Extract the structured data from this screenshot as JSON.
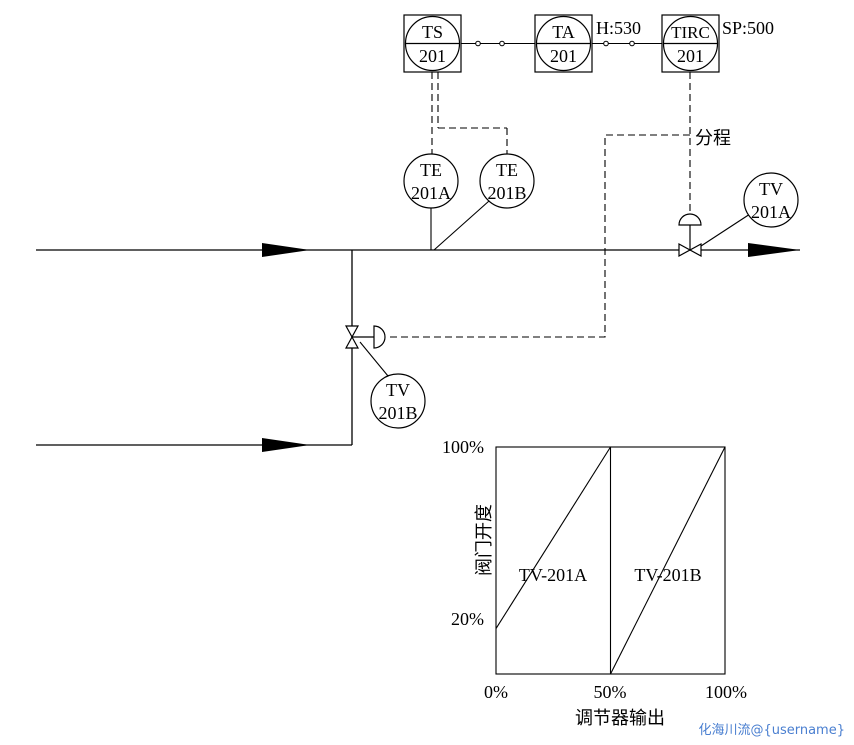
{
  "instruments": {
    "ts": {
      "l1": "TS",
      "l2": "201"
    },
    "ta": {
      "l1": "TA",
      "l2": "201"
    },
    "tirc": {
      "l1": "TIRC",
      "l2": "201"
    },
    "te_a": {
      "l1": "TE",
      "l2": "201A"
    },
    "te_b": {
      "l1": "TE",
      "l2": "201B"
    },
    "tv_a": {
      "l1": "TV",
      "l2": "201A"
    },
    "tv_b": {
      "l1": "TV",
      "l2": "201B"
    }
  },
  "labels": {
    "high_alarm": "H:530",
    "setpoint": "SP:500",
    "split_range": "分程"
  },
  "chart_data": {
    "type": "line",
    "ylabel": "阀门开度",
    "xlabel": "调节器输出",
    "x_ticks": [
      "0%",
      "50%",
      "100%"
    ],
    "y_ticks": [
      "20%",
      "100%"
    ],
    "xlim": [
      0,
      100
    ],
    "ylim": [
      0,
      100
    ],
    "series": [
      {
        "name": "TV-201A",
        "x": [
          0,
          50
        ],
        "y": [
          20,
          100
        ]
      },
      {
        "name": "TV-201B",
        "x": [
          50,
          100
        ],
        "y": [
          0,
          100
        ]
      }
    ],
    "divider_x": 50
  },
  "watermark": "化海川流@{username}"
}
